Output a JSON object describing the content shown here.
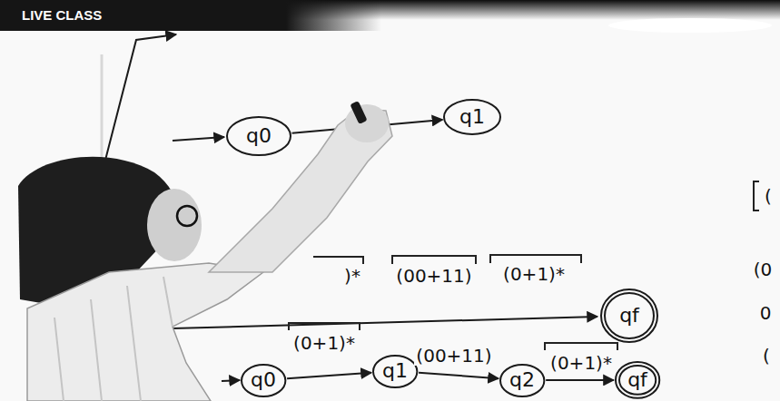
{
  "diagram": {
    "nodes": [
      {
        "text": [
          "q0"
        ]
      },
      {
        "text": [
          "q1"
        ]
      },
      {
        "text": [
          "qf"
        ]
      },
      {
        "text": [
          "q0"
        ]
      },
      {
        "text": [
          "q1"
        ]
      },
      {
        "text": [
          "q2"
        ]
      },
      {
        "text": [
          "qf"
        ]
      }
    ],
    "edges": [
      {
        "from": 0,
        "to": 1,
        "arrow": "to"
      },
      {
        "from": 3,
        "to": 4,
        "label": "(0+1)*",
        "arrow": "to"
      },
      {
        "from": 4,
        "to": 5,
        "label": "(00+11)",
        "arrow": "to"
      },
      {
        "from": 5,
        "to": 6,
        "label": "(0+1)*",
        "arrow": "to"
      }
    ],
    "labels": [
      "LIVE CLASS",
      ")*",
      "(00+11)",
      "(0+1)*",
      "(",
      "(0",
      "0",
      "("
    ]
  }
}
